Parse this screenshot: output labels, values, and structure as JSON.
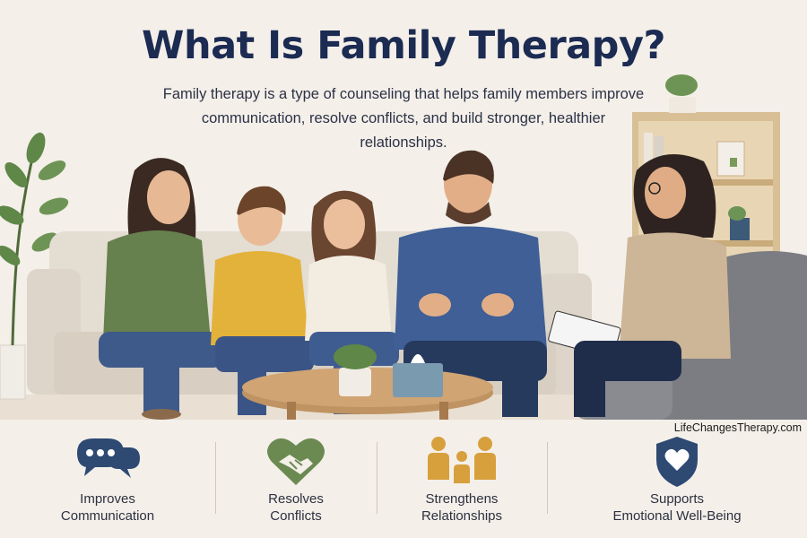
{
  "header": {
    "title": "What Is Family Therapy?",
    "subtitle": "Family therapy is a type of counseling that helps family members improve communication, resolve conflicts, and build stronger, healthier relationships."
  },
  "watermark": "LifeChangesTherapy.com",
  "colors": {
    "title": "#1b2b52",
    "blue_icon": "#2e4a72",
    "green_icon": "#6b8a52",
    "gold_icon": "#d7a03c",
    "shield_icon": "#2e4a72"
  },
  "features": [
    {
      "icon": "speech-bubbles-icon",
      "line1": "Improves",
      "line2": "Communication"
    },
    {
      "icon": "handshake-heart-icon",
      "line1": "Resolves",
      "line2": "Conflicts"
    },
    {
      "icon": "family-group-icon",
      "line1": "Strengthens",
      "line2": "Relationships"
    },
    {
      "icon": "shield-heart-icon",
      "line1": "Supports",
      "line2": "Emotional Well-Being"
    }
  ]
}
